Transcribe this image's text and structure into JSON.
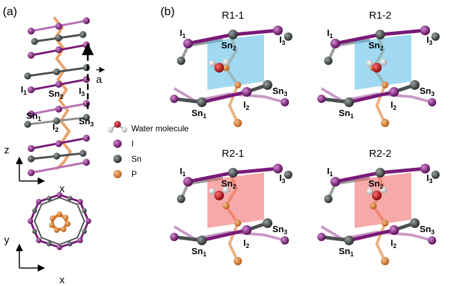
{
  "panels": {
    "a": "(a)",
    "b": "(b)"
  },
  "vector_label": "a",
  "axes": {
    "side_y": "z",
    "side_x": "x",
    "bottom_y": "y",
    "bottom_x": "x"
  },
  "legend": [
    {
      "label": "Water molecule",
      "color": "#c0141b"
    },
    {
      "label": "I",
      "color": "#7a1a78"
    },
    {
      "label": "Sn",
      "color": "#4a5050"
    },
    {
      "label": "P",
      "color": "#e07b23"
    }
  ],
  "chain_labels": {
    "I1": "I",
    "Sn2": "Sn",
    "I3": "I",
    "Sn1": "Sn",
    "I2": "I",
    "Sn3": "Sn"
  },
  "configs": [
    {
      "title": "R1-1",
      "highlight": "#53b9e8"
    },
    {
      "title": "R1-2",
      "highlight": "#53b9e8"
    },
    {
      "title": "R2-1",
      "highlight": "#f26262"
    },
    {
      "title": "R2-2",
      "highlight": "#f26262"
    }
  ],
  "atom_labels": {
    "I1": {
      "el": "I",
      "sub": "1"
    },
    "Sn2": {
      "el": "Sn",
      "sub": "2"
    },
    "I3": {
      "el": "I",
      "sub": "3"
    },
    "Sn3": {
      "el": "Sn",
      "sub": "3"
    },
    "I2": {
      "el": "I",
      "sub": "2"
    },
    "Sn1": {
      "el": "Sn",
      "sub": "1"
    }
  },
  "colors": {
    "iodine": "#7a1a78",
    "tin": "#4a5050",
    "phosphorus": "#e07b23",
    "oxygen": "#c0141b",
    "hydrogen": "#e8e8e8"
  }
}
